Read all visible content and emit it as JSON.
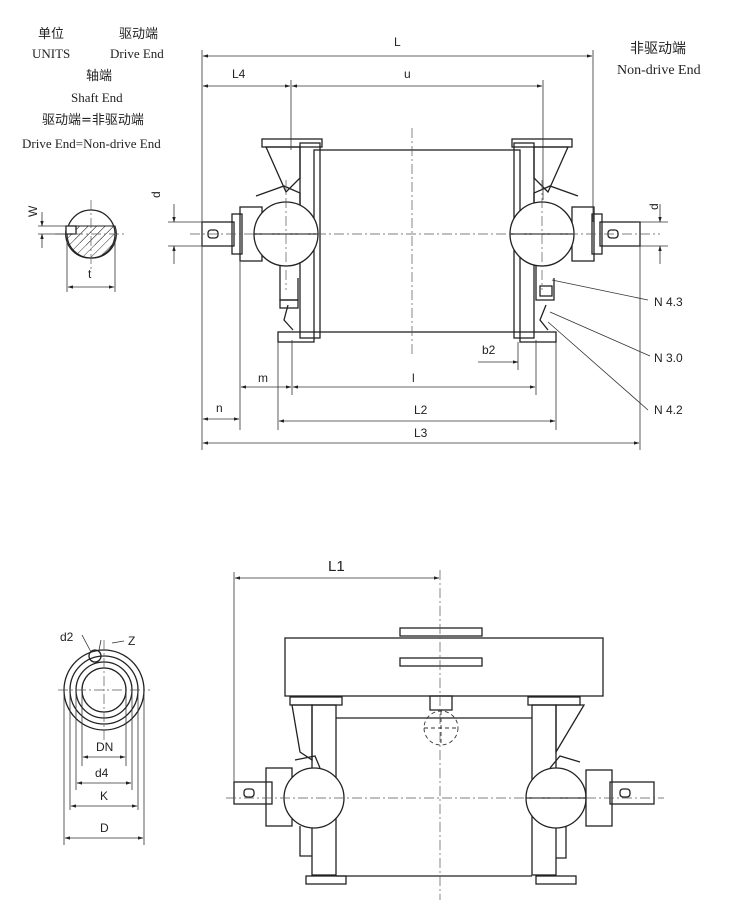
{
  "legend": {
    "units_cn": "单位",
    "units_en": "UNITS",
    "drive_end_cn": "驱动端",
    "drive_end_en": "Drive End",
    "shaft_end_cn": "轴端",
    "shaft_end_en": "Shaft End",
    "equality_cn": "驱动端=非驱动端",
    "equality_en": "Drive End=Non-drive End"
  },
  "non_drive_end": {
    "cn": "非驱动端",
    "en": "Non-drive End"
  },
  "dimensions": {
    "L": "L",
    "L4": "L4",
    "u": "u",
    "d_left": "d",
    "d_right": "d",
    "W": "W",
    "t": "t",
    "b2": "b2",
    "m": "m",
    "l": "l",
    "n": "n",
    "L2": "L2",
    "L3": "L3",
    "L1": "L1"
  },
  "nozzles": {
    "n43": "N 4.3",
    "n30": "N 3.0",
    "n42": "N 4.2"
  },
  "flange": {
    "d2": "d2",
    "Z": "Z",
    "DN": "DN",
    "d4": "d4",
    "K": "K",
    "D": "D"
  }
}
